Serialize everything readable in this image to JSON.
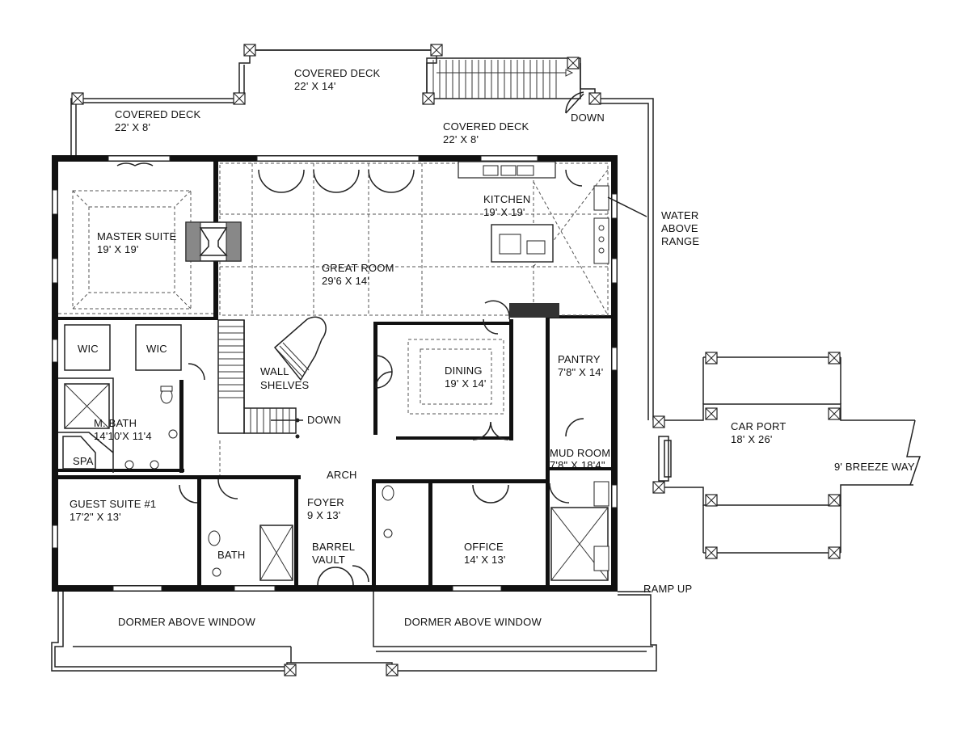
{
  "rooms": {
    "covered_deck_top_title": "COVERED DECK",
    "covered_deck_top_size": "22' X 14'",
    "covered_deck_left_title": "COVERED DECK",
    "covered_deck_left_size": "22' X 8'",
    "covered_deck_right_title": "COVERED DECK",
    "covered_deck_right_size": "22' X 8'",
    "down_deck": "DOWN",
    "master_suite_title": "MASTER SUITE",
    "master_suite_size": "19' X 19'",
    "great_room_title": "GREAT ROOM",
    "great_room_size": "29'6 X 14'",
    "kitchen_title": "KITCHEN",
    "kitchen_size": "19' X 19'",
    "water_line1": "WATER",
    "water_line2": "ABOVE",
    "water_line3": "RANGE",
    "wic_left": "WIC",
    "wic_right": "WIC",
    "wall_line1": "WALL",
    "wall_line2": "SHELVES",
    "down_stairs": "DOWN",
    "dining_title": "DINING",
    "dining_size": "19' X 14'",
    "pantry_title": "PANTRY",
    "pantry_size": "7'8\" X 14'",
    "car_port_title": "CAR PORT",
    "car_port_size": "18' X 26'",
    "breeze_way": "9' BREEZE WAY",
    "m_bath_title": "M. BATH",
    "m_bath_size": "14'10'X 11'4",
    "spa": "SPA",
    "arch": "ARCH",
    "mud_room_title": "MUD ROOM",
    "mud_room_size": "7'8\" X 18'4\"",
    "guest_suite_title": "GUEST SUITE #1",
    "guest_suite_size": "17'2\" X 13'",
    "foyer_title": "FOYER",
    "foyer_size": "9 X 13'",
    "bath": "BATH",
    "barrel_line1": "BARREL",
    "barrel_line2": "VAULT",
    "office_title": "OFFICE",
    "office_size": "14' X 13'",
    "ramp_up": "RAMP UP",
    "dormer_left": "DORMER ABOVE WINDOW",
    "dormer_right": "DORMER ABOVE WINDOW"
  }
}
